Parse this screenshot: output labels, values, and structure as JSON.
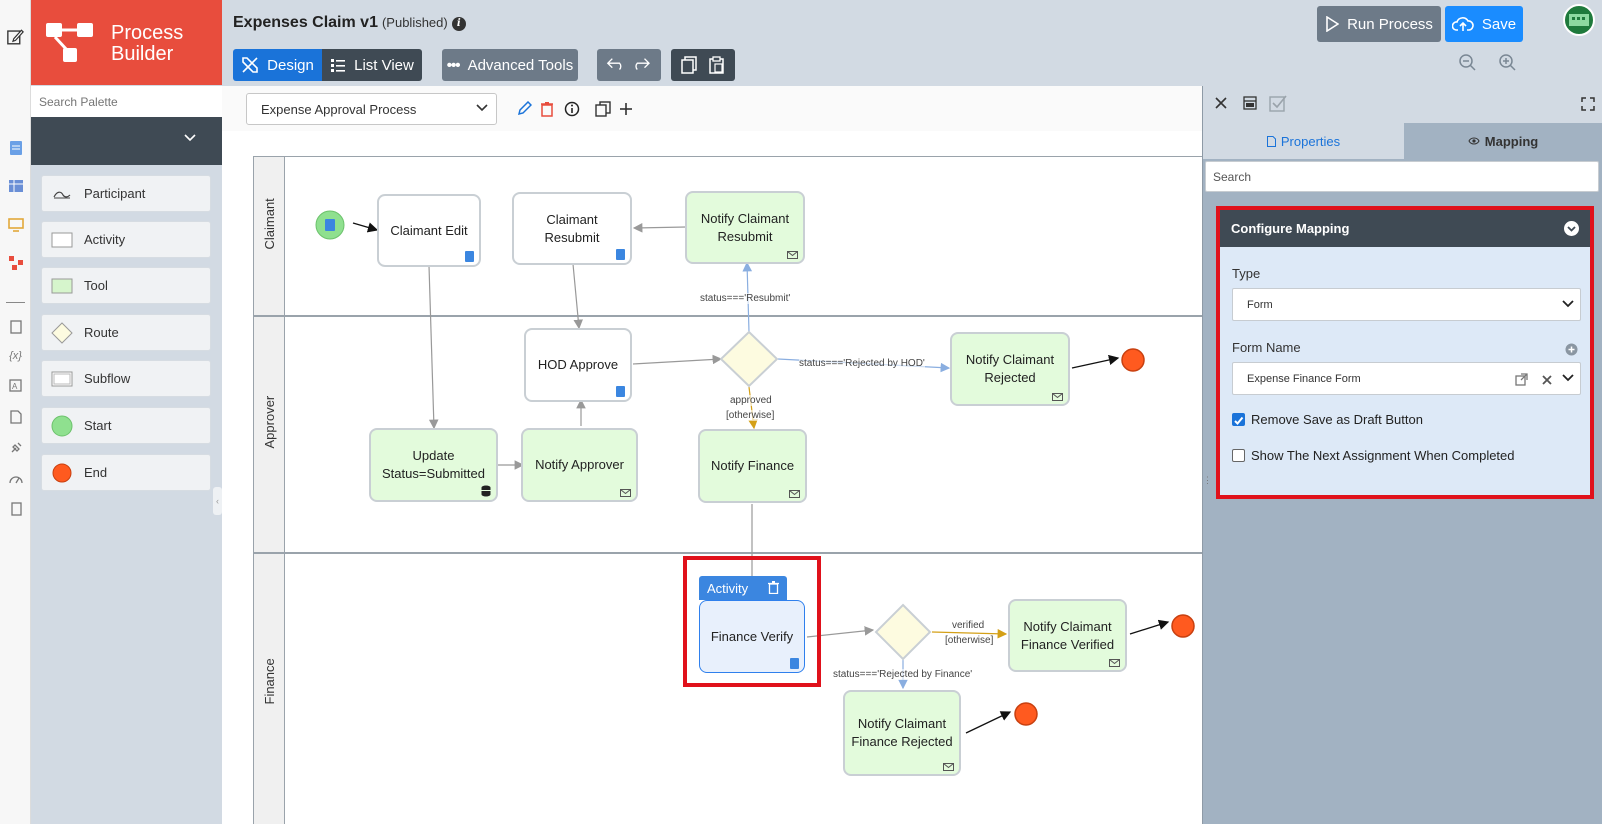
{
  "app": {
    "name_line1": "Process",
    "name_line2": "Builder"
  },
  "header": {
    "title": "Expenses Claim v1",
    "status": "(Published)",
    "design_label": "Design",
    "list_view_label": "List View",
    "advanced_tools_label": "Advanced Tools",
    "run_process_label": "Run Process",
    "save_label": "Save"
  },
  "palette": {
    "search_placeholder": "Search Palette",
    "items": [
      {
        "label": "Participant",
        "icon": "swimlane-icon"
      },
      {
        "label": "Activity",
        "icon": "activity-box-icon"
      },
      {
        "label": "Tool",
        "icon": "tool-box-icon"
      },
      {
        "label": "Route",
        "icon": "diamond-icon"
      },
      {
        "label": "Subflow",
        "icon": "subflow-box-icon"
      },
      {
        "label": "Start",
        "icon": "start-circle-icon"
      },
      {
        "label": "End",
        "icon": "end-circle-icon"
      }
    ]
  },
  "canvas": {
    "process_select": "Expense Approval Process",
    "lanes": [
      "Claimant",
      "Approver",
      "Finance"
    ],
    "nodes": {
      "claimant_edit": "Claimant Edit",
      "claimant_resubmit": "Claimant Resubmit",
      "notify_claimant_resubmit": "Notify Claimant Resubmit",
      "hod_approve": "HOD Approve",
      "notify_claimant_rejected": "Notify Claimant Rejected",
      "update_status": "Update Status=Submitted",
      "notify_approver": "Notify Approver",
      "notify_finance": "Notify Finance",
      "finance_verify": "Finance Verify",
      "notify_claimant_finance_verified": "Notify Claimant Finance Verified",
      "notify_claimant_finance_rejected": "Notify Claimant Finance Rejected"
    },
    "edge_labels": {
      "resubmit": "status==='Resubmit'",
      "rejected_hod": "status==='Rejected by HOD'",
      "approved": "approved",
      "otherwise_1": "[otherwise]",
      "verified": "verified",
      "otherwise_2": "[otherwise]",
      "rejected_finance": "status==='Rejected by Finance'"
    },
    "selected_header": "Activity"
  },
  "panel": {
    "properties_tab": "Properties",
    "mapping_tab": "Mapping",
    "search_placeholder": "Search",
    "configure_title": "Configure Mapping",
    "type_label": "Type",
    "type_value": "Form",
    "form_name_label": "Form Name",
    "form_name_value": "Expense Finance Form",
    "remove_save_draft": "Remove Save as Draft Button",
    "remove_save_draft_checked": true,
    "show_next_assignment": "Show The Next Assignment When Completed",
    "show_next_assignment_checked": false
  },
  "colors": {
    "brand_red": "#e84d3d",
    "primary_blue": "#1a73d9",
    "tool_green": "#e3fbdc",
    "highlight_red": "#e0111b"
  }
}
